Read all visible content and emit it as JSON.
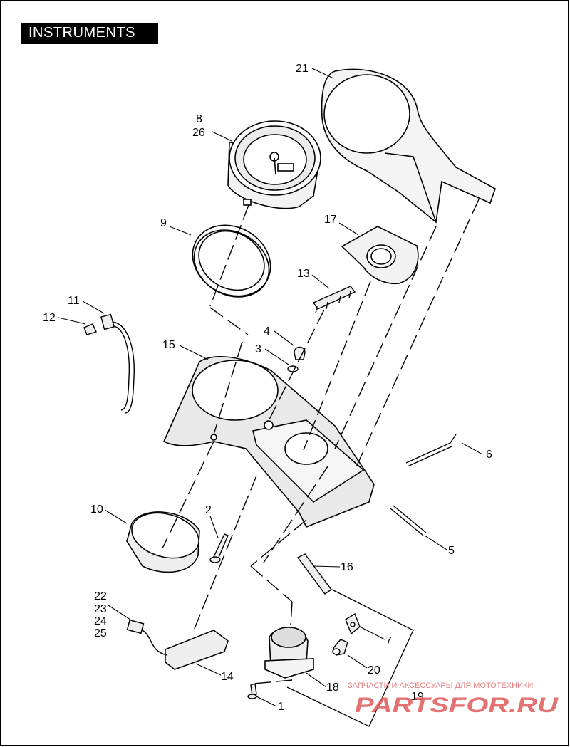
{
  "page": {
    "title": "INSTRUMENTS",
    "colors": {
      "line": "#000000",
      "fill_gray": "#e8e8e8",
      "title_bg": "#000000",
      "watermark": "#e05a5a"
    }
  },
  "callouts": {
    "c1": "1",
    "c2": "2",
    "c3": "3",
    "c4": "4",
    "c5": "5",
    "c6": "6",
    "c7": "7",
    "c8": "8",
    "c9": "9",
    "c10": "10",
    "c11": "11",
    "c12": "12",
    "c13": "13",
    "c14": "14",
    "c15": "15",
    "c16": "16",
    "c17": "17",
    "c18": "18",
    "c19": "19",
    "c20": "20",
    "c21": "21",
    "c22": "22",
    "c23": "23",
    "c24": "24",
    "c25": "25",
    "c26": "26"
  },
  "watermark": {
    "top": "ЗАПЧАСТИ И АКСЕССУАРЫ ДЛЯ МОТОТЕХНИКИ",
    "brand": "PARTSFOR.RU"
  }
}
